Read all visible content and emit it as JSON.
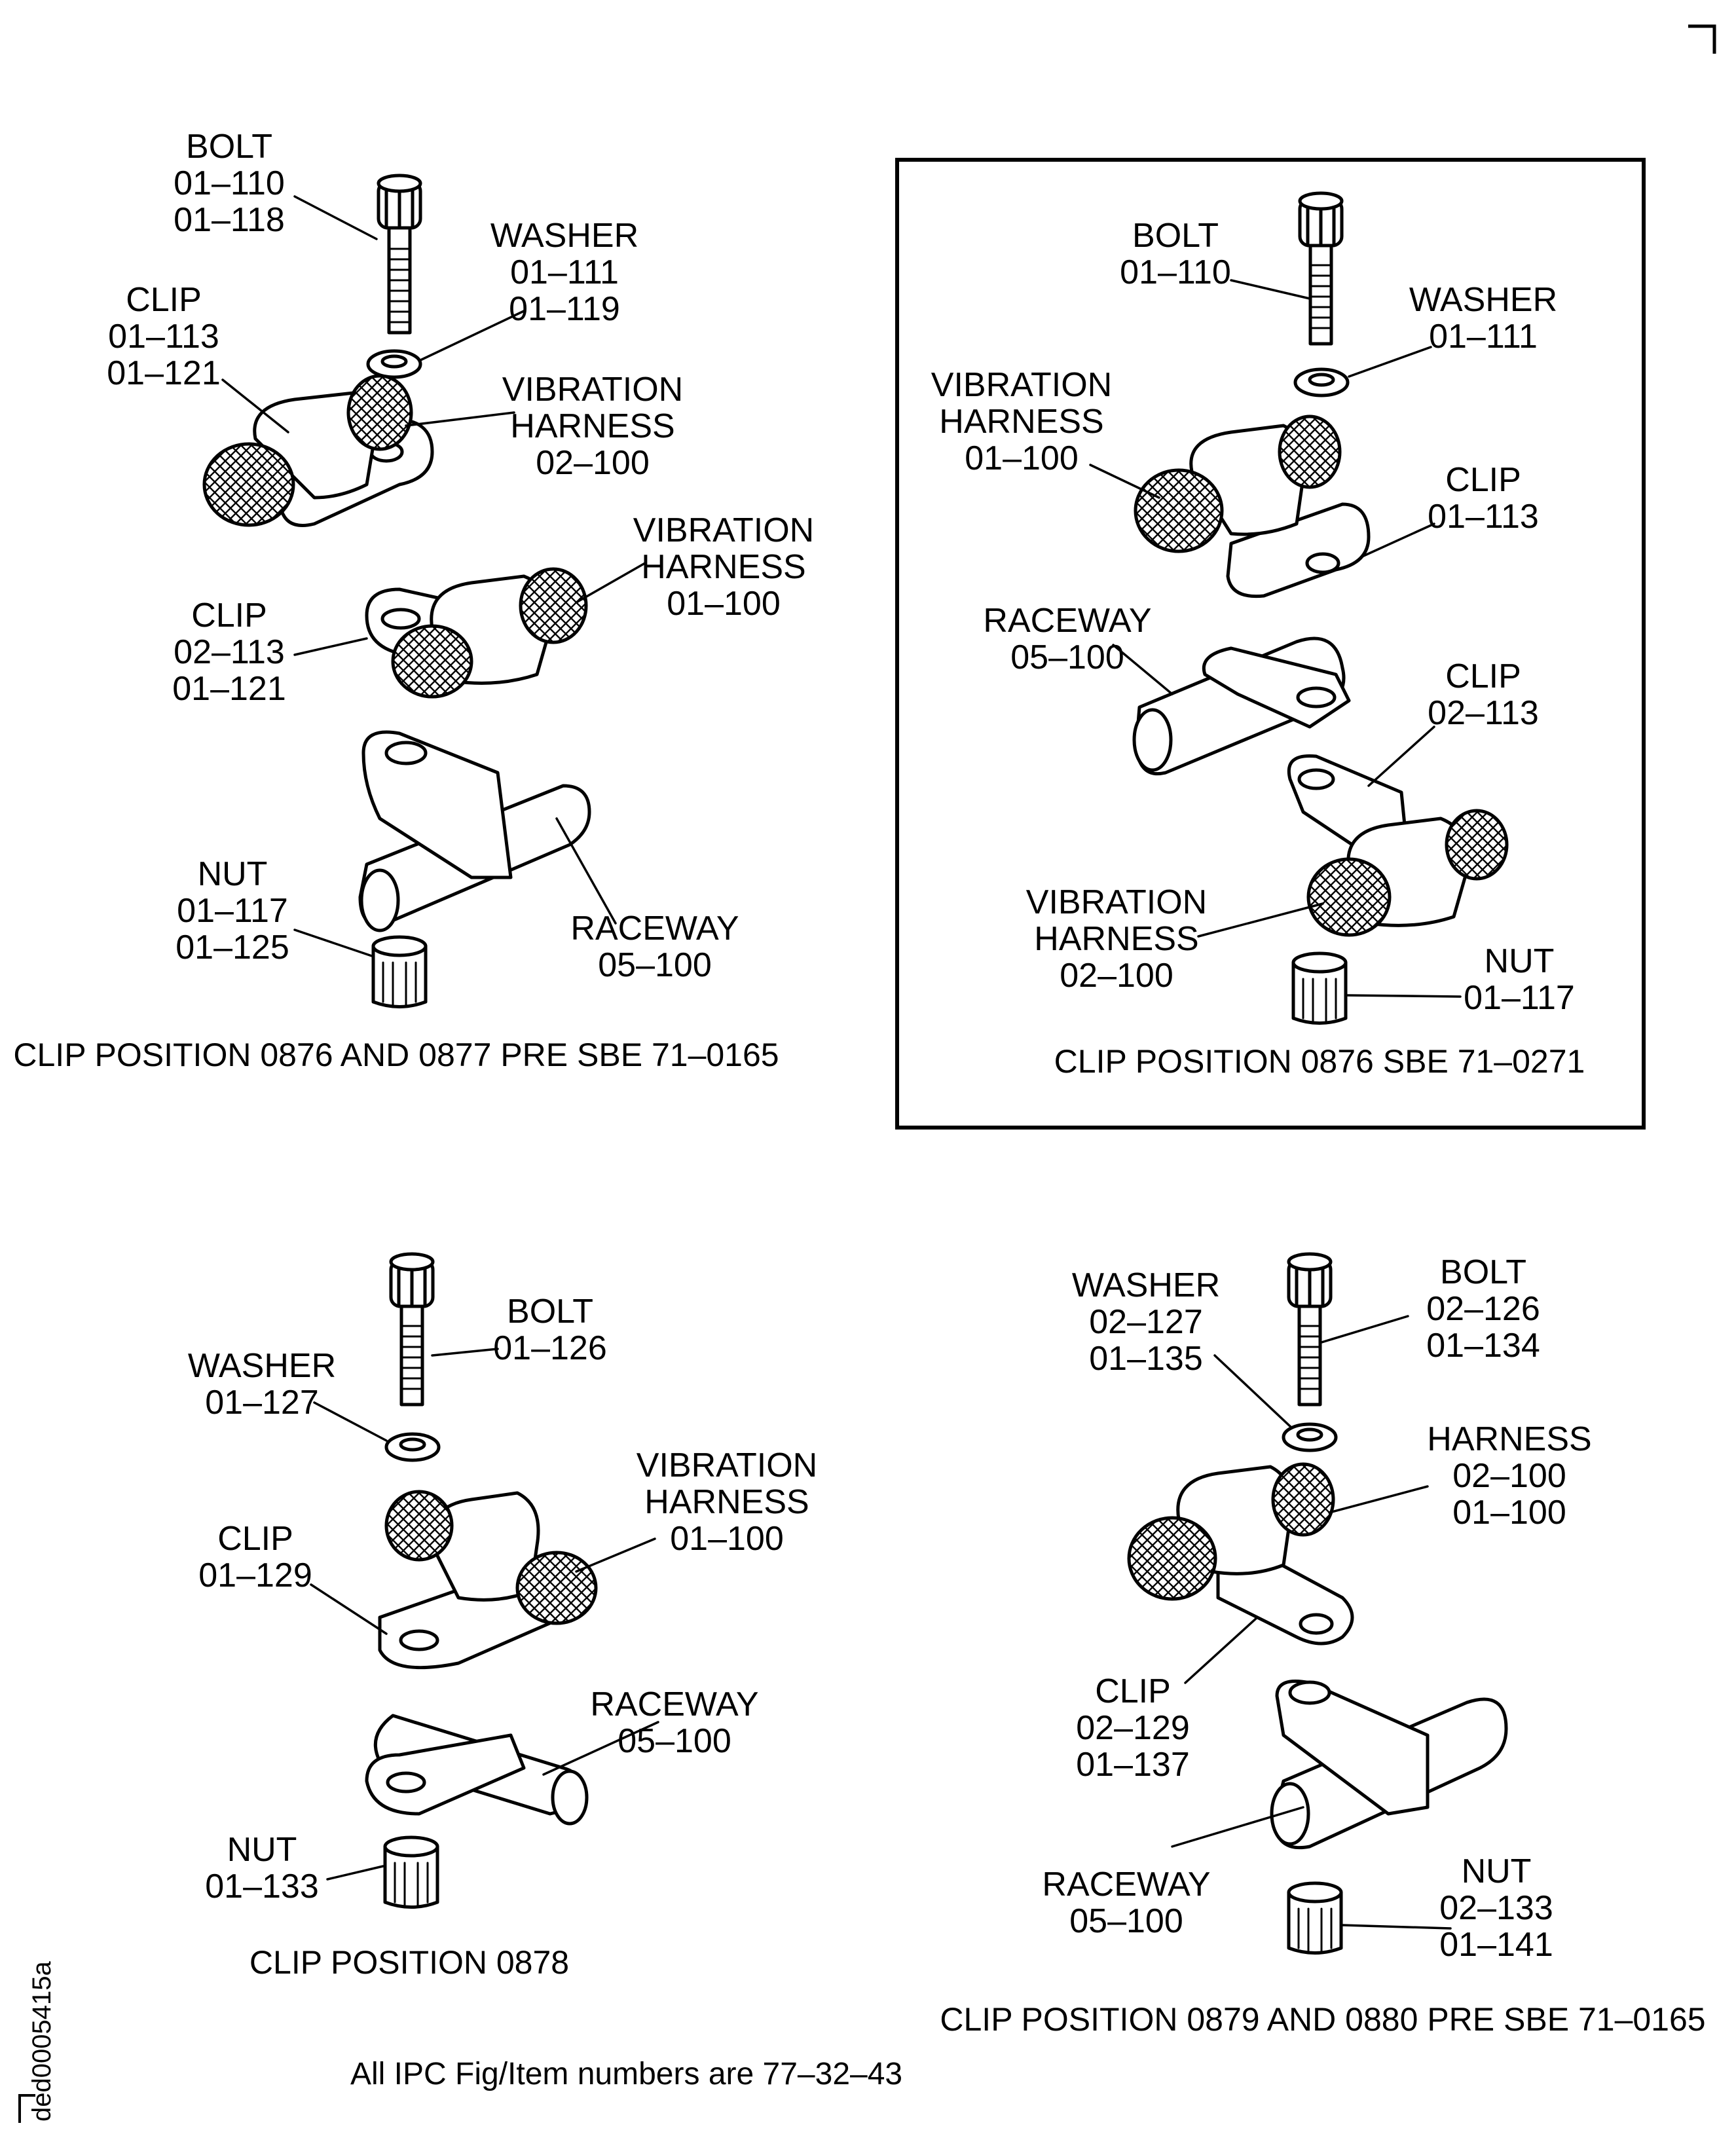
{
  "labels": {
    "a_bolt": [
      "BOLT",
      "01–110",
      "01–118"
    ],
    "a_washer": [
      "WASHER",
      "01–111",
      "01–119"
    ],
    "a_clip1": [
      "CLIP",
      "01–113",
      "01–121"
    ],
    "a_vib1": [
      "VIBRATION",
      "HARNESS",
      "02–100"
    ],
    "a_vib2": [
      "VIBRATION",
      "HARNESS",
      "01–100"
    ],
    "a_clip2": [
      "CLIP",
      "02–113",
      "01–121"
    ],
    "a_nut": [
      "NUT",
      "01–117",
      "01–125"
    ],
    "a_raceway": [
      "RACEWAY",
      "05–100"
    ],
    "b_bolt": [
      "BOLT",
      "01–110"
    ],
    "b_washer": [
      "WASHER",
      "01–111"
    ],
    "b_vib1": [
      "VIBRATION",
      "HARNESS",
      "01–100"
    ],
    "b_clip1": [
      "CLIP",
      "01–113"
    ],
    "b_raceway": [
      "RACEWAY",
      "05–100"
    ],
    "b_clip2": [
      "CLIP",
      "02–113"
    ],
    "b_vib2": [
      "VIBRATION",
      "HARNESS",
      "02–100"
    ],
    "b_nut": [
      "NUT",
      "01–117"
    ],
    "c_bolt": [
      "BOLT",
      "01–126"
    ],
    "c_washer": [
      "WASHER",
      "01–127"
    ],
    "c_vib": [
      "VIBRATION",
      "HARNESS",
      "01–100"
    ],
    "c_clip": [
      "CLIP",
      "01–129"
    ],
    "c_raceway": [
      "RACEWAY",
      "05–100"
    ],
    "c_nut": [
      "NUT",
      "01–133"
    ],
    "d_washer": [
      "WASHER",
      "02–127",
      "01–135"
    ],
    "d_bolt": [
      "BOLT",
      "02–126",
      "01–134"
    ],
    "d_harness": [
      "HARNESS",
      "02–100",
      "01–100"
    ],
    "d_clip": [
      "CLIP",
      "02–129",
      "01–137"
    ],
    "d_raceway": [
      "RACEWAY",
      "05–100"
    ],
    "d_nut": [
      "NUT",
      "02–133",
      "01–141"
    ]
  },
  "captions": {
    "a": [
      "CLIP POSITION 0876 AND 0877",
      "PRE SBE 71–0165"
    ],
    "b": [
      "CLIP POSITION 0876",
      "SBE 71–0271"
    ],
    "c": [
      "CLIP POSITION 0878"
    ],
    "d": [
      "CLIP POSITION 0879 AND 0880",
      "PRE SBE 71–0165"
    ]
  },
  "footnote": "All IPC Fig/Item numbers are 77–32–43",
  "figure_id": "ded0005415a"
}
